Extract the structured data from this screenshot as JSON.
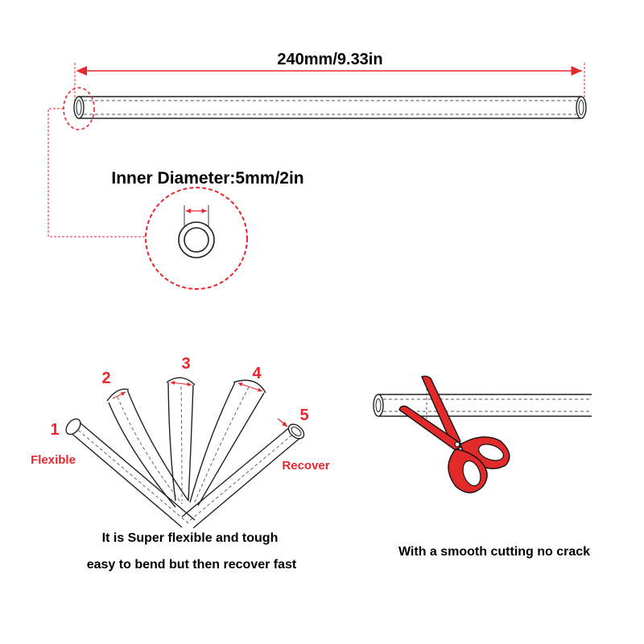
{
  "length_label": "240mm/9.33in",
  "diameter_label": "Inner Diameter:5mm/2in",
  "bend_steps": [
    {
      "label": "1"
    },
    {
      "label": "2"
    },
    {
      "label": "3"
    },
    {
      "label": "4"
    },
    {
      "label": "5"
    }
  ],
  "flexible_label": "Flexible",
  "recover_label": "Recover",
  "caption_left_line1": "It is Super flexible and tough",
  "caption_left_line2": "easy to bend but then recover fast",
  "caption_right": "With a smooth cutting no crack",
  "colors": {
    "accent_red": "#e8282e",
    "line": "#222222",
    "scissor_fill": "#e32a2a"
  },
  "icons": [
    "scissors-icon",
    "tube-end-icon",
    "magnifier-circle-icon"
  ]
}
